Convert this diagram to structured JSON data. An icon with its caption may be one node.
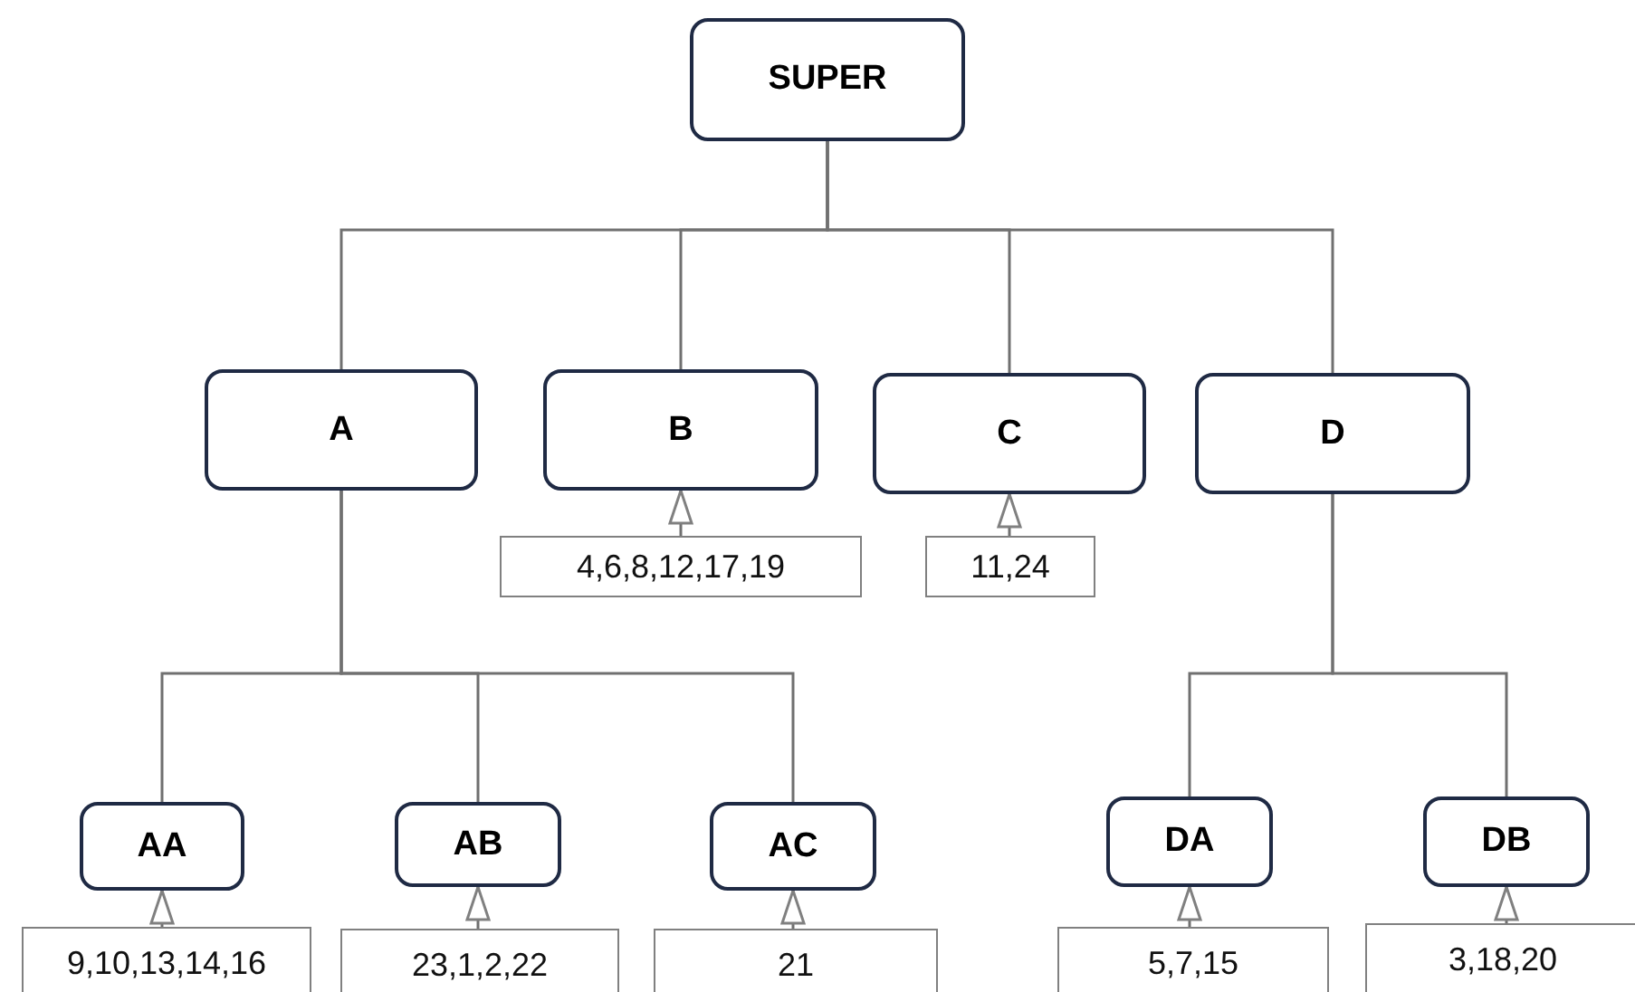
{
  "diagram": {
    "nodes": [
      {
        "text": [
          "SUPER"
        ]
      },
      {
        "text": [
          "A"
        ]
      },
      {
        "text": [
          "B"
        ]
      },
      {
        "text": [
          "C"
        ]
      },
      {
        "text": [
          "D"
        ]
      },
      {
        "text": [
          "AA"
        ]
      },
      {
        "text": [
          "AB"
        ]
      },
      {
        "text": [
          "AC"
        ]
      },
      {
        "text": [
          "DA"
        ]
      },
      {
        "text": [
          "DB"
        ]
      },
      {
        "text": [
          "4,6,8,12,17,19"
        ]
      },
      {
        "text": [
          "11,24"
        ]
      },
      {
        "text": [
          "9,10,13,14,16"
        ]
      },
      {
        "text": [
          "23,1,2,22"
        ]
      },
      {
        "text": [
          "21"
        ]
      },
      {
        "text": [
          "5,7,15"
        ]
      },
      {
        "text": [
          "3,18,20"
        ]
      }
    ],
    "edges": [
      {
        "from": 0,
        "to": 1,
        "arrow": "none"
      },
      {
        "from": 0,
        "to": 2,
        "arrow": "none"
      },
      {
        "from": 0,
        "to": 3,
        "arrow": "none"
      },
      {
        "from": 0,
        "to": 4,
        "arrow": "none"
      },
      {
        "from": 1,
        "to": 5,
        "arrow": "none"
      },
      {
        "from": 1,
        "to": 6,
        "arrow": "none"
      },
      {
        "from": 1,
        "to": 7,
        "arrow": "none"
      },
      {
        "from": 4,
        "to": 8,
        "arrow": "none"
      },
      {
        "from": 4,
        "to": 9,
        "arrow": "none"
      },
      {
        "from": 10,
        "to": 2,
        "arrow": "to"
      },
      {
        "from": 11,
        "to": 3,
        "arrow": "to"
      },
      {
        "from": 12,
        "to": 5,
        "arrow": "to"
      },
      {
        "from": 13,
        "to": 6,
        "arrow": "to"
      },
      {
        "from": 14,
        "to": 7,
        "arrow": "to"
      },
      {
        "from": 15,
        "to": 8,
        "arrow": "to"
      },
      {
        "from": 16,
        "to": 9,
        "arrow": "to"
      }
    ]
  }
}
